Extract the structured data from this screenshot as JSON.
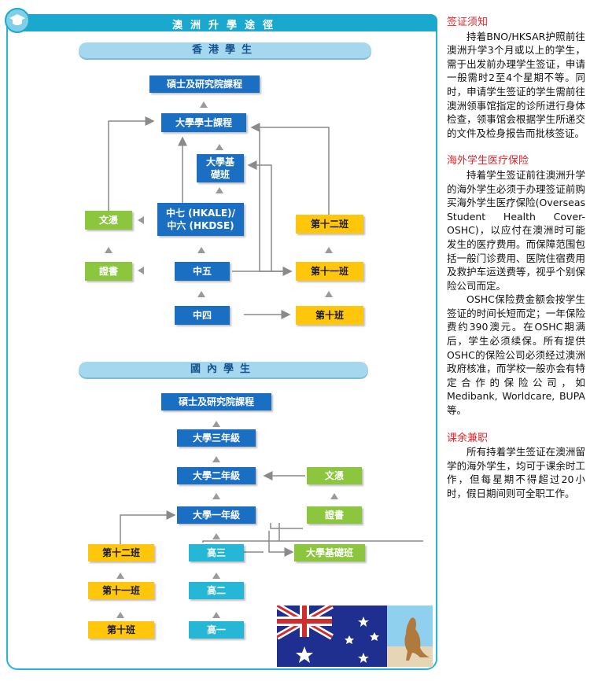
{
  "header": {
    "title": "澳洲升學途徑",
    "icon": "graduation-cap-icon"
  },
  "hk": {
    "section": "香港學生",
    "masters": "碩士及研究院課程",
    "bachelor": "大學學士課程",
    "foundation": "大學基礎班",
    "form7": "中七 (HKALE)/",
    "form6": "中六 (HKDSE)",
    "diploma": "文憑",
    "certificate": "證書",
    "form5": "中五",
    "form4": "中四",
    "year12": "第十二班",
    "year11": "第十一班",
    "year10": "第十班"
  },
  "cn": {
    "section": "國內學生",
    "masters": "碩士及研究院課程",
    "year3": "大學三年級",
    "year2": "大學二年級",
    "year1": "大學一年級",
    "diploma": "文憑",
    "certificate": "證書",
    "foundation": "大學基礎班",
    "senior3": "高三",
    "senior2": "高二",
    "senior1": "高一",
    "year12": "第十二班",
    "year11": "第十一班",
    "year10": "第十班"
  },
  "notes": {
    "visa_title": "签证须知",
    "visa_text": "持着BNO/HKSAR护照前往澳洲升学3个月或以上的学生，需于出发前办理学生签证，申请一般需时2至4个星期不等。同时，申请学生签证的学生需前往澳洲领事馆指定的诊所进行身体检查，领事馆会根据学生所递交的文件及检身报告而批核签证。",
    "insurance_title": "海外学生医疗保险",
    "insurance_text1": "持着学生签证前往澳洲升学的海外学生必须于办理签证前购买海外学生医疗保险(Overseas Student Health Cover-OSHC)，以应付在澳洲时可能发生的医疗费用。而保障范围包括一般门诊费用、医院住宿费用及救护车运送费等，视乎个别保险公司而定。",
    "insurance_text2": "OSHC保险费金额会按学生签证的时间长短而定；一年保险费约390澳元。在OSHC期满后，学生必须续保。所有提供OSHC的保险公司必须经过澳洲政府核准，而学校一般亦会有特定合作的保险公司，如Medibank, Worldcare, BUPA等。",
    "work_title": "课余兼职",
    "work_text": "所有持着学生签证在澳洲留学的海外学生，均可于课余时工作，但每星期不得超过20小时，假日期间则可全职工作。"
  },
  "colors": {
    "frame": "#27b7d6",
    "blue_box": "#1b6fc2",
    "green_box": "#8cc63f",
    "yellow_box": "#ffc60b",
    "teal_box": "#27b7d6",
    "heading_red": "#e0262b"
  }
}
